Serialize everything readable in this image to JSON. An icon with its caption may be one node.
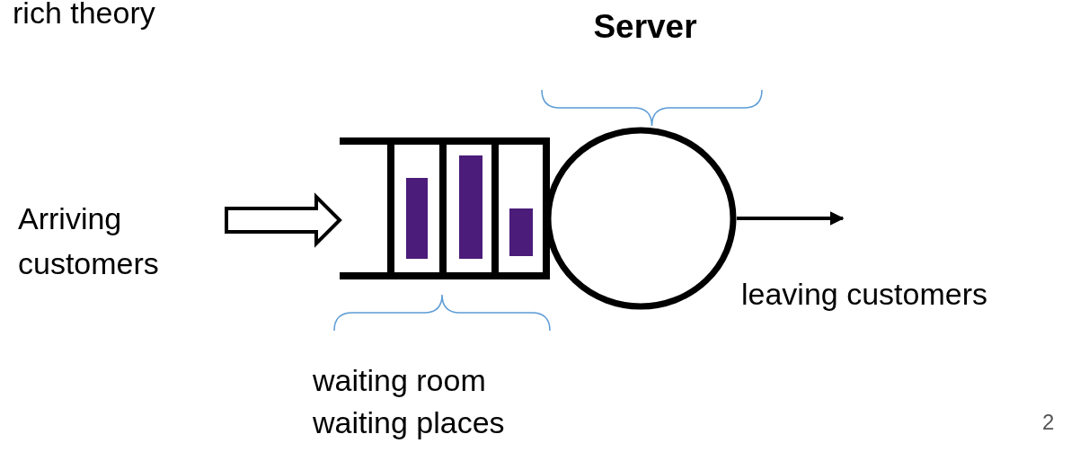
{
  "diagram": {
    "title": "Server",
    "nodes": [
      {
        "text": [
          "Arriving customers"
        ]
      },
      {
        "text": [],
        "shape": "box"
      },
      {
        "text": [],
        "shape": "circle"
      }
    ],
    "edges": [
      {
        "from": 0,
        "to": 1,
        "arrow": "to",
        "style": "thick"
      },
      {
        "from": 2,
        "to": null,
        "arrow": "to"
      }
    ],
    "labels": [
      "rich theory",
      "leaving customers",
      "waiting room",
      "waiting places",
      "2"
    ]
  }
}
